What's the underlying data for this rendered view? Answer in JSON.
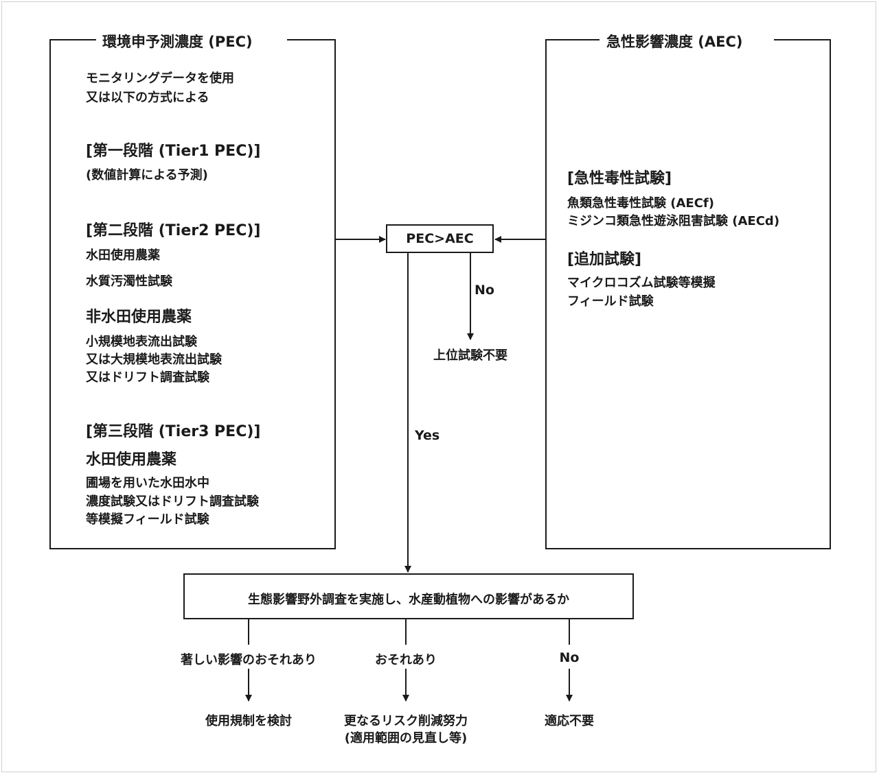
{
  "pec": {
    "title": "環境申予測濃度 (PEC)",
    "intro": [
      "モニタリングデータを使用",
      "又は以下の方式による"
    ],
    "tier1_heading": "[第一段階 (Tier1 PEC)]",
    "tier1_sub": "(数値計算による予測)",
    "tier2_heading": "[第二段階 (Tier2 PEC)]",
    "tier2_paddy": "水田使用農薬",
    "tier2_paddy_test": "水質汚濁性試験",
    "tier2_nonpaddy": "非水田使用農薬",
    "tier2_nonpaddy_tests": [
      "小規模地表流出試験",
      "又は大規模地表流出試験",
      "又はドリフト調査試験"
    ],
    "tier3_heading": "[第三段階 (Tier3 PEC)]",
    "tier3_paddy": "水田使用農薬",
    "tier3_tests": [
      "圃場を用いた水田水中",
      "濃度試験又はドリフト調査試験",
      "等模擬フィールド試験"
    ]
  },
  "aec": {
    "title": "急性影響濃度 (AEC)",
    "acute_heading": "[急性毒性試験]",
    "acute_tests": [
      "魚類急性毒性試験 (AECf)",
      "ミジンコ類急性遊泳阻害試験 (AECd)"
    ],
    "additional_heading": "[追加試験]",
    "additional_tests": [
      "マイクロコズム試験等模擬",
      "フィールド試験"
    ]
  },
  "compare": {
    "label": "PEC>AEC",
    "no_label": "No",
    "no_result": "上位試験不要",
    "yes_label": "Yes"
  },
  "survey": {
    "label": "生態影響野外調査を実施し、水産動植物への影響があるか",
    "branches": [
      {
        "condition": "著しい影響のおそれあり",
        "result": [
          "使用規制を検討"
        ]
      },
      {
        "condition": "おそれあり",
        "result": [
          "更なるリスク削減努力",
          "(適用範囲の見直し等)"
        ]
      },
      {
        "condition": "No",
        "result": [
          "適応不要"
        ]
      }
    ]
  }
}
